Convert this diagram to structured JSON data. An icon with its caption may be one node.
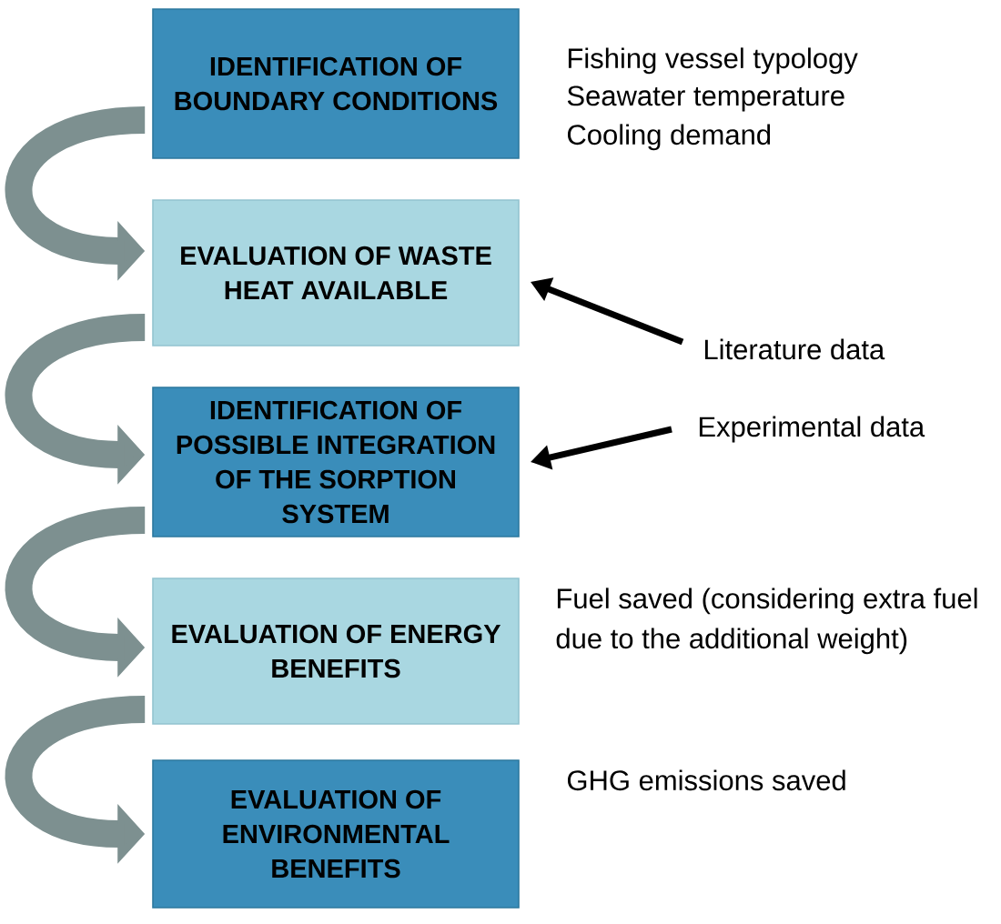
{
  "diagram": {
    "nodes": [
      {
        "text": [
          "IDENTIFICATION OF BOUNDARY CONDITIONS"
        ],
        "beside": [
          "Fishing vessel typology",
          "Seawater temperature",
          "Cooling demand"
        ]
      },
      {
        "text": [
          "EVALUATION OF WASTE HEAT AVAILABLE"
        ]
      },
      {
        "text": [
          "IDENTIFICATION OF POSSIBLE INTEGRATION OF THE SORPTION SYSTEM"
        ]
      },
      {
        "text": [
          "EVALUATION OF ENERGY BENEFITS"
        ],
        "beside": [
          "Fuel saved (considering extra fuel due to the additional weight)"
        ]
      },
      {
        "text": [
          "EVALUATION OF ENVIRONMENTAL BENEFITS"
        ],
        "beside": [
          "GHG emissions saved"
        ]
      },
      {
        "text": [
          "Literature data"
        ]
      },
      {
        "text": [
          "Experimental data"
        ]
      }
    ],
    "edges": [
      {
        "from": 0,
        "to": 1,
        "arrow": "to"
      },
      {
        "from": 1,
        "to": 2,
        "arrow": "to"
      },
      {
        "from": 2,
        "to": 3,
        "arrow": "to"
      },
      {
        "from": 3,
        "to": 4,
        "arrow": "to"
      },
      {
        "from": 5,
        "to": 1,
        "arrow": "to",
        "color": "#000000"
      },
      {
        "from": 6,
        "to": 2,
        "arrow": "to",
        "color": "#000000"
      }
    ]
  }
}
